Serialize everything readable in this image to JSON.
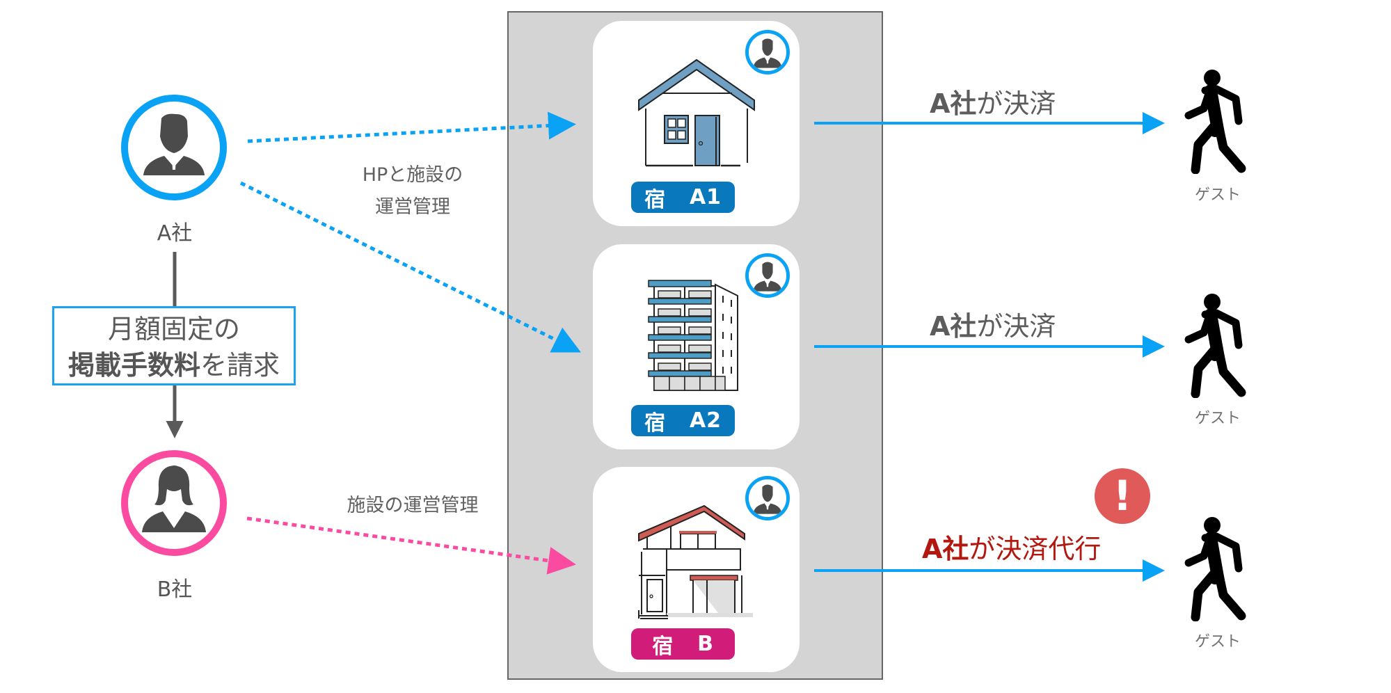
{
  "colors": {
    "company_a": "#0aa2f5",
    "company_b": "#fb4ba0",
    "flow_arrow": "#0aa2f5",
    "panel_bg": "#d4d4d4",
    "pill_a": "#0a78bd",
    "pill_b": "#d21c7a",
    "alert": "#e05a5a",
    "alert_text": "#b3180f"
  },
  "companies": {
    "a": {
      "label": "A社",
      "icon": "businessman-icon"
    },
    "b": {
      "label": "B社",
      "icon": "businesswoman-icon"
    }
  },
  "fee_box": {
    "line1": "月額固定の",
    "line2_bold": "掲載手数料",
    "line2_rest": "を請求"
  },
  "notes": {
    "a_line1": "HPと施設の",
    "a_line2": "運営管理",
    "b": "施設の運営管理"
  },
  "properties": [
    {
      "kanji": "宿",
      "code": "A1",
      "icon": "house-icon",
      "manager_icon": "businessman-icon"
    },
    {
      "kanji": "宿",
      "code": "A2",
      "icon": "apartment-building-icon",
      "manager_icon": "businessman-icon"
    },
    {
      "kanji": "宿",
      "code": "B",
      "icon": "two-story-house-icon",
      "manager_icon": "businessman-icon"
    }
  ],
  "payments": [
    {
      "bold": "A社",
      "rest": "が決済"
    },
    {
      "bold": "A社",
      "rest": "が決済"
    },
    {
      "bold": "A社",
      "rest": "が決済代行",
      "alert": true
    }
  ],
  "alert": {
    "symbol": "!"
  },
  "guests": [
    {
      "label": "ゲスト",
      "icon": "walking-person-icon"
    },
    {
      "label": "ゲスト",
      "icon": "walking-person-icon"
    },
    {
      "label": "ゲスト",
      "icon": "walking-person-icon"
    }
  ]
}
